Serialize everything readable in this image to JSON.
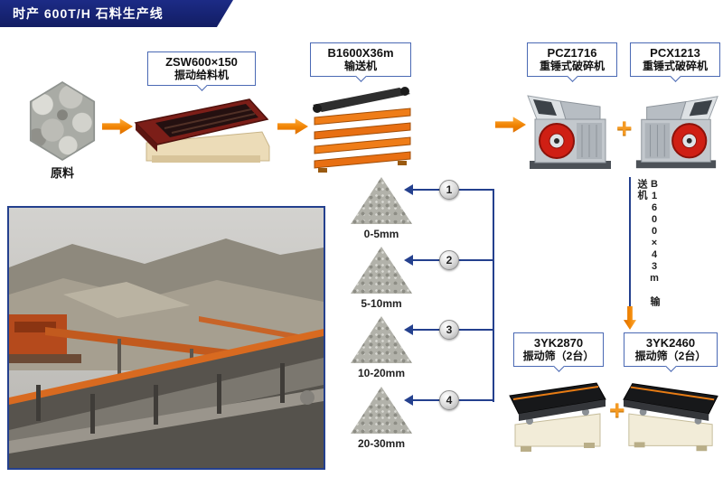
{
  "banner": {
    "title": "时产 600T/H 石料生产线"
  },
  "flow": {
    "raw": {
      "label": "原料"
    },
    "feeder": {
      "model": "ZSW600×150",
      "name": "振动给料机"
    },
    "conveyor": {
      "model": "B1600X36m",
      "name": "输送机"
    },
    "crusher_left": {
      "model": "PCZ1716",
      "name": "重锤式破碎机"
    },
    "crusher_right": {
      "model": "PCX1213",
      "name": "重锤式破碎机"
    },
    "vertical_conveyor": {
      "label": "B1600×43m 输送机"
    },
    "screen_left": {
      "model": "3YK2870",
      "name": "振动筛（2台）"
    },
    "screen_right": {
      "model": "3YK2460",
      "name": "振动筛（2台）"
    },
    "plus": "+"
  },
  "outputs": [
    {
      "num": "1",
      "size": "0-5mm"
    },
    {
      "num": "2",
      "size": "5-10mm"
    },
    {
      "num": "3",
      "size": "10-20mm"
    },
    {
      "num": "4",
      "size": "20-30mm"
    }
  ],
  "colors": {
    "banner": "#1c2b86",
    "line": "#24408e",
    "arrow": "#f08200",
    "plus": "#f59a23"
  }
}
